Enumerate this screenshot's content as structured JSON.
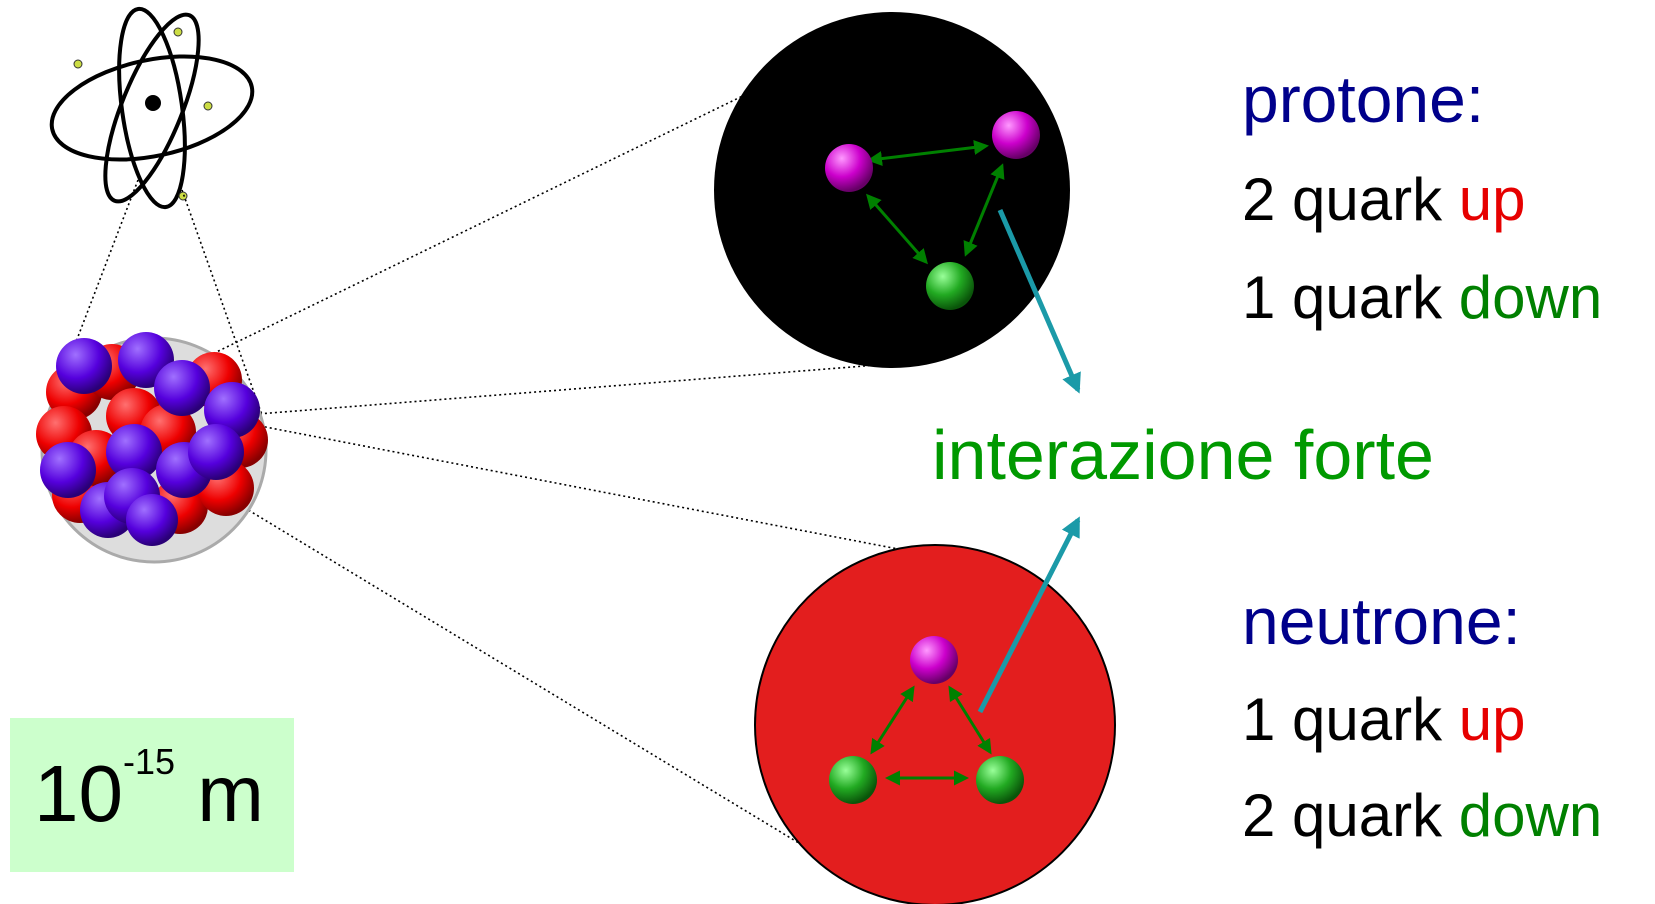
{
  "proton": {
    "title": "protone:",
    "line1_prefix": "2 quark ",
    "line1_flavor": "up",
    "line2_prefix": "1 quark ",
    "line2_flavor": "down"
  },
  "neutron": {
    "title": "neutrone:",
    "line1_prefix": "1 quark ",
    "line1_flavor": "up",
    "line2_prefix": "2 quark ",
    "line2_flavor": "down"
  },
  "force_label": "interazione forte",
  "scale": {
    "base": "10",
    "exponent": "-15",
    "unit": "m"
  },
  "colors": {
    "title": "#00008b",
    "up": "#e60000",
    "down": "#008000",
    "force": "#009900",
    "proton_disk": "#000000",
    "neutron_disk": "#e31e1e",
    "quark_up": "#cc00cc",
    "quark_down": "#22aa22",
    "arrow_teal": "#1b9aa8",
    "scale_bg": "#ccffcc"
  }
}
